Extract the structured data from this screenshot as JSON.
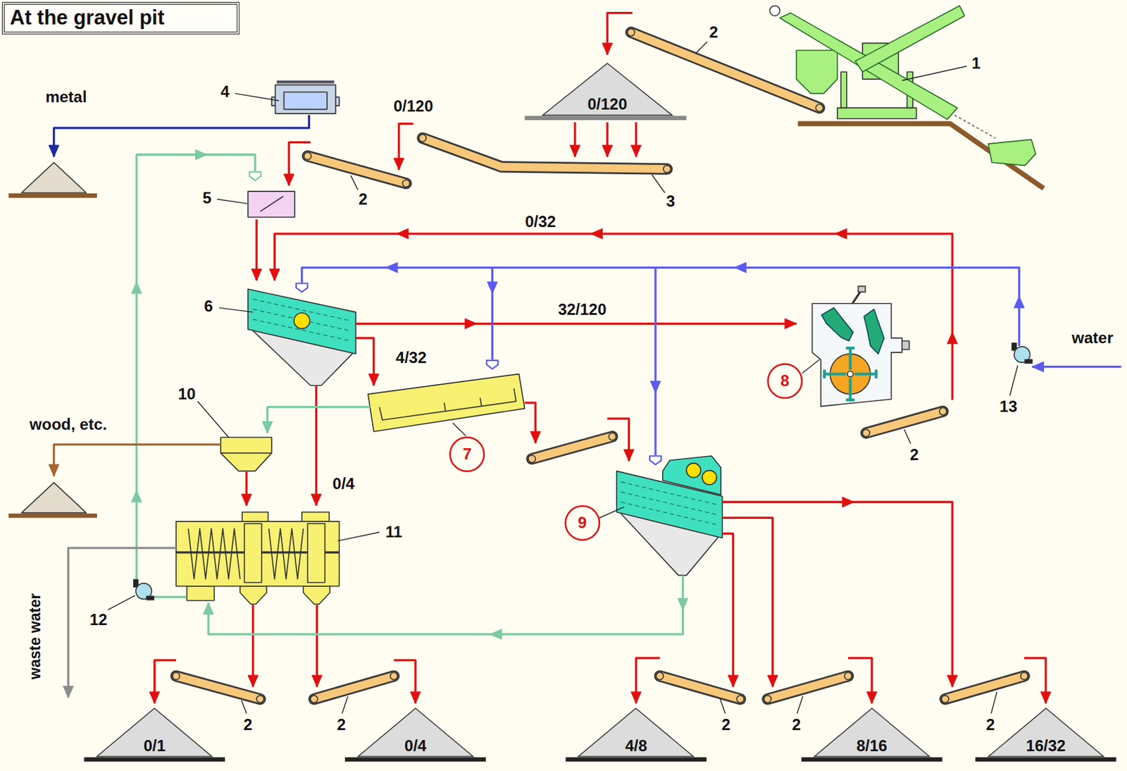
{
  "diagram": {
    "title": "At the gravel pit",
    "nodes": [
      {
        "text": [
          "0/120"
        ]
      },
      {
        "text": [
          "8"
        ]
      },
      {
        "text": [
          "7"
        ]
      },
      {
        "text": [
          "9"
        ]
      },
      {
        "text": [
          "0/1"
        ]
      },
      {
        "text": [
          "0/4"
        ]
      },
      {
        "text": [
          "4/8"
        ]
      },
      {
        "text": [
          "8/16"
        ]
      },
      {
        "text": [
          "16/32"
        ]
      }
    ],
    "labels": [
      "2",
      "1",
      "4",
      "metal",
      "0/120",
      "5",
      "2",
      "3",
      "0/32",
      "6",
      "32/120",
      "water",
      "4/32",
      "10",
      "13",
      "wood, etc.",
      "2",
      "0/4",
      "11",
      "12",
      "waste water",
      "2",
      "2",
      "2",
      "2",
      "2"
    ]
  }
}
